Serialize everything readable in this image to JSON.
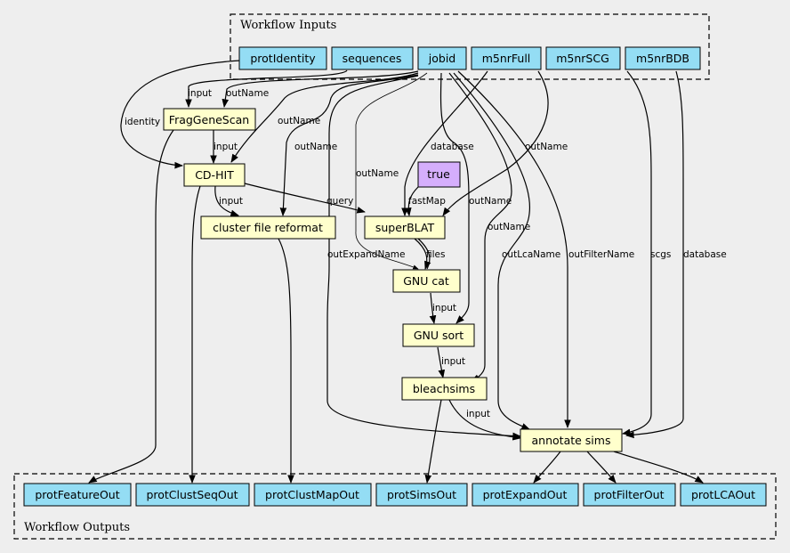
{
  "clusters": {
    "inputs_label": "Workflow Inputs",
    "outputs_label": "Workflow Outputs"
  },
  "inputs": {
    "protIdentity": "protIdentity",
    "sequences": "sequences",
    "jobid": "jobid",
    "m5nrFull": "m5nrFull",
    "m5nrSCG": "m5nrSCG",
    "m5nrBDB": "m5nrBDB"
  },
  "steps": {
    "fraggenescan": "FragGeneScan",
    "cdhit": "CD-HIT",
    "cluster_reformat": "cluster file reformat",
    "superblat": "superBLAT",
    "gnu_cat": "GNU cat",
    "gnu_sort": "GNU sort",
    "bleachsims": "bleachsims",
    "annotate_sims": "annotate sims"
  },
  "constants": {
    "true_value": "true"
  },
  "outputs": {
    "protFeatureOut": "protFeatureOut",
    "protClustSeqOut": "protClustSeqOut",
    "protClustMapOut": "protClustMapOut",
    "protSimsOut": "protSimsOut",
    "protExpandOut": "protExpandOut",
    "protFilterOut": "protFilterOut",
    "protLCAOut": "protLCAOut"
  },
  "edge_labels": {
    "input_fgs": "input",
    "outName_fgs": "outName",
    "identity": "identity",
    "outName_cdhit": "outName",
    "input_cdhit": "input",
    "outName_reformat": "outName",
    "input_reformat": "input",
    "query": "query",
    "database_blat": "database",
    "outName_blat": "outName",
    "fastMap": "fastMap",
    "outName_cat": "outName",
    "files": "files",
    "outName_sort": "outName",
    "input_sort": "input",
    "outName_bleach": "outName",
    "input_bleach": "input",
    "outExpandName": "outExpandName",
    "outLcaName": "outLcaName",
    "outFilterName": "outFilterName",
    "scgs": "scgs",
    "database_annot": "database",
    "input_annot": "input"
  },
  "colors": {
    "input_fill": "#94ddf4",
    "step_fill": "#ffffcc",
    "constant_fill": "#d5aefc",
    "background": "#eeeeee"
  }
}
